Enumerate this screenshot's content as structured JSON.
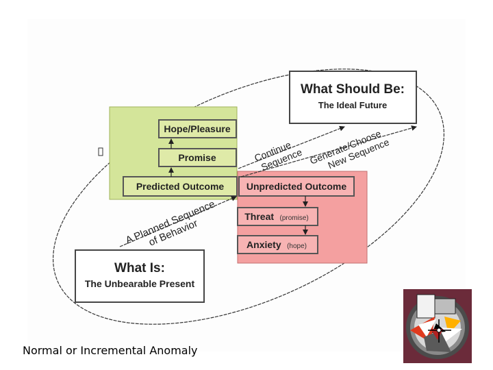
{
  "what_should_be": {
    "title": "What Should Be:",
    "subtitle": "The Ideal Future"
  },
  "what_is": {
    "title": "What Is:",
    "subtitle": "The Unbearable Present"
  },
  "green_column": {
    "hope": "Hope/Pleasure",
    "promise": "Promise",
    "predicted": "Predicted Outcome"
  },
  "red_column": {
    "unpredicted": "Unpredicted Outcome",
    "threat": "Threat",
    "threat_note": "(promise)",
    "anxiety": "Anxiety",
    "anxiety_note": "(hope)"
  },
  "arrow_labels": {
    "planned_line1": "A Planned Sequence",
    "planned_line2": "of Behavior",
    "continue_line1": "Continue",
    "continue_line2": "Sequence",
    "generate_line1": "Generate/Choose",
    "generate_line2": "New Sequence"
  },
  "caption": "Normal or Incremental Anomaly",
  "colors": {
    "green_fill": "#d4e59a",
    "red_fill": "#f4a0a0",
    "box_border": "#555555"
  },
  "icons": {
    "logo": "abstract-compass-logo-icon",
    "glyph": "unknown-glyph-box-icon"
  }
}
